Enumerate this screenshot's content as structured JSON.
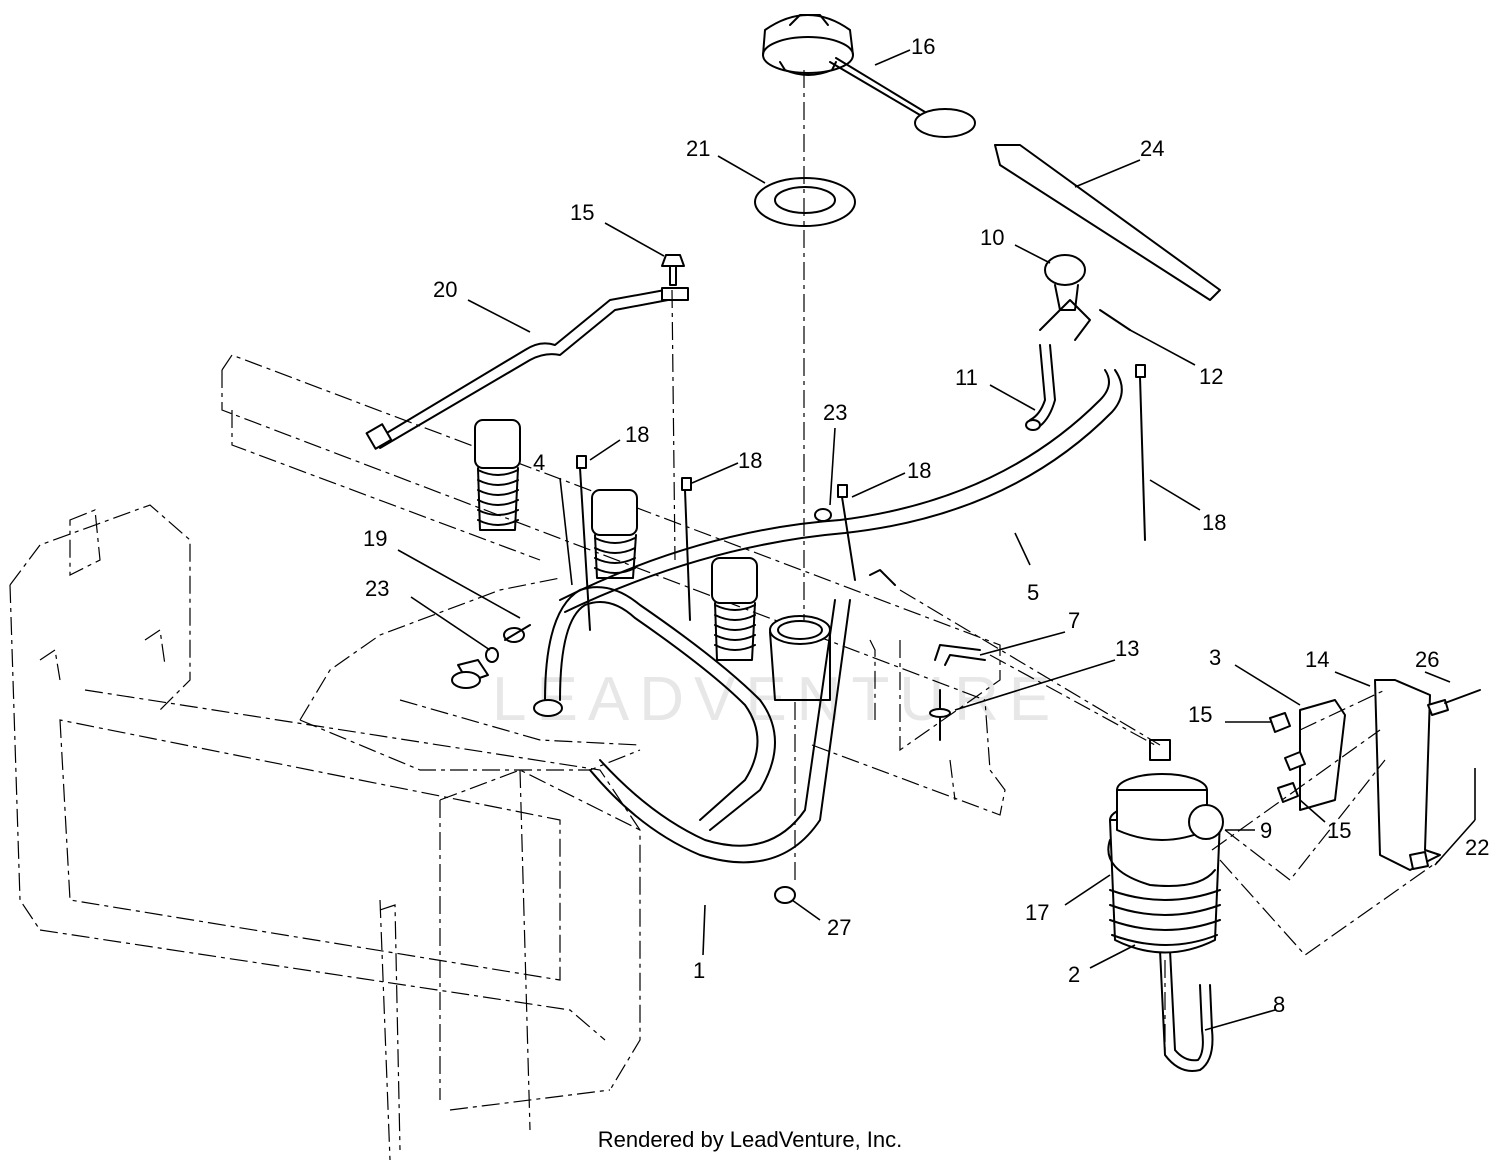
{
  "watermark": "LEADVENTURE",
  "footer": {
    "credit": "Rendered by LeadVenture, Inc."
  },
  "callouts": [
    {
      "id": "c1",
      "label": "1"
    },
    {
      "id": "c2",
      "label": "2"
    },
    {
      "id": "c3",
      "label": "3"
    },
    {
      "id": "c4",
      "label": "4"
    },
    {
      "id": "c5",
      "label": "5"
    },
    {
      "id": "c7",
      "label": "7"
    },
    {
      "id": "c8",
      "label": "8"
    },
    {
      "id": "c9",
      "label": "9"
    },
    {
      "id": "c10",
      "label": "10"
    },
    {
      "id": "c11",
      "label": "11"
    },
    {
      "id": "c12",
      "label": "12"
    },
    {
      "id": "c13",
      "label": "13"
    },
    {
      "id": "c14",
      "label": "14"
    },
    {
      "id": "c15a",
      "label": "15"
    },
    {
      "id": "c15b",
      "label": "15"
    },
    {
      "id": "c15c",
      "label": "15"
    },
    {
      "id": "c16",
      "label": "16"
    },
    {
      "id": "c17",
      "label": "17"
    },
    {
      "id": "c18a",
      "label": "18"
    },
    {
      "id": "c18b",
      "label": "18"
    },
    {
      "id": "c18c",
      "label": "18"
    },
    {
      "id": "c18d",
      "label": "18"
    },
    {
      "id": "c19",
      "label": "19"
    },
    {
      "id": "c20",
      "label": "20"
    },
    {
      "id": "c21",
      "label": "21"
    },
    {
      "id": "c22",
      "label": "22"
    },
    {
      "id": "c23a",
      "label": "23"
    },
    {
      "id": "c23b",
      "label": "23"
    },
    {
      "id": "c24",
      "label": "24"
    },
    {
      "id": "c26",
      "label": "26"
    },
    {
      "id": "c27",
      "label": "27"
    }
  ]
}
